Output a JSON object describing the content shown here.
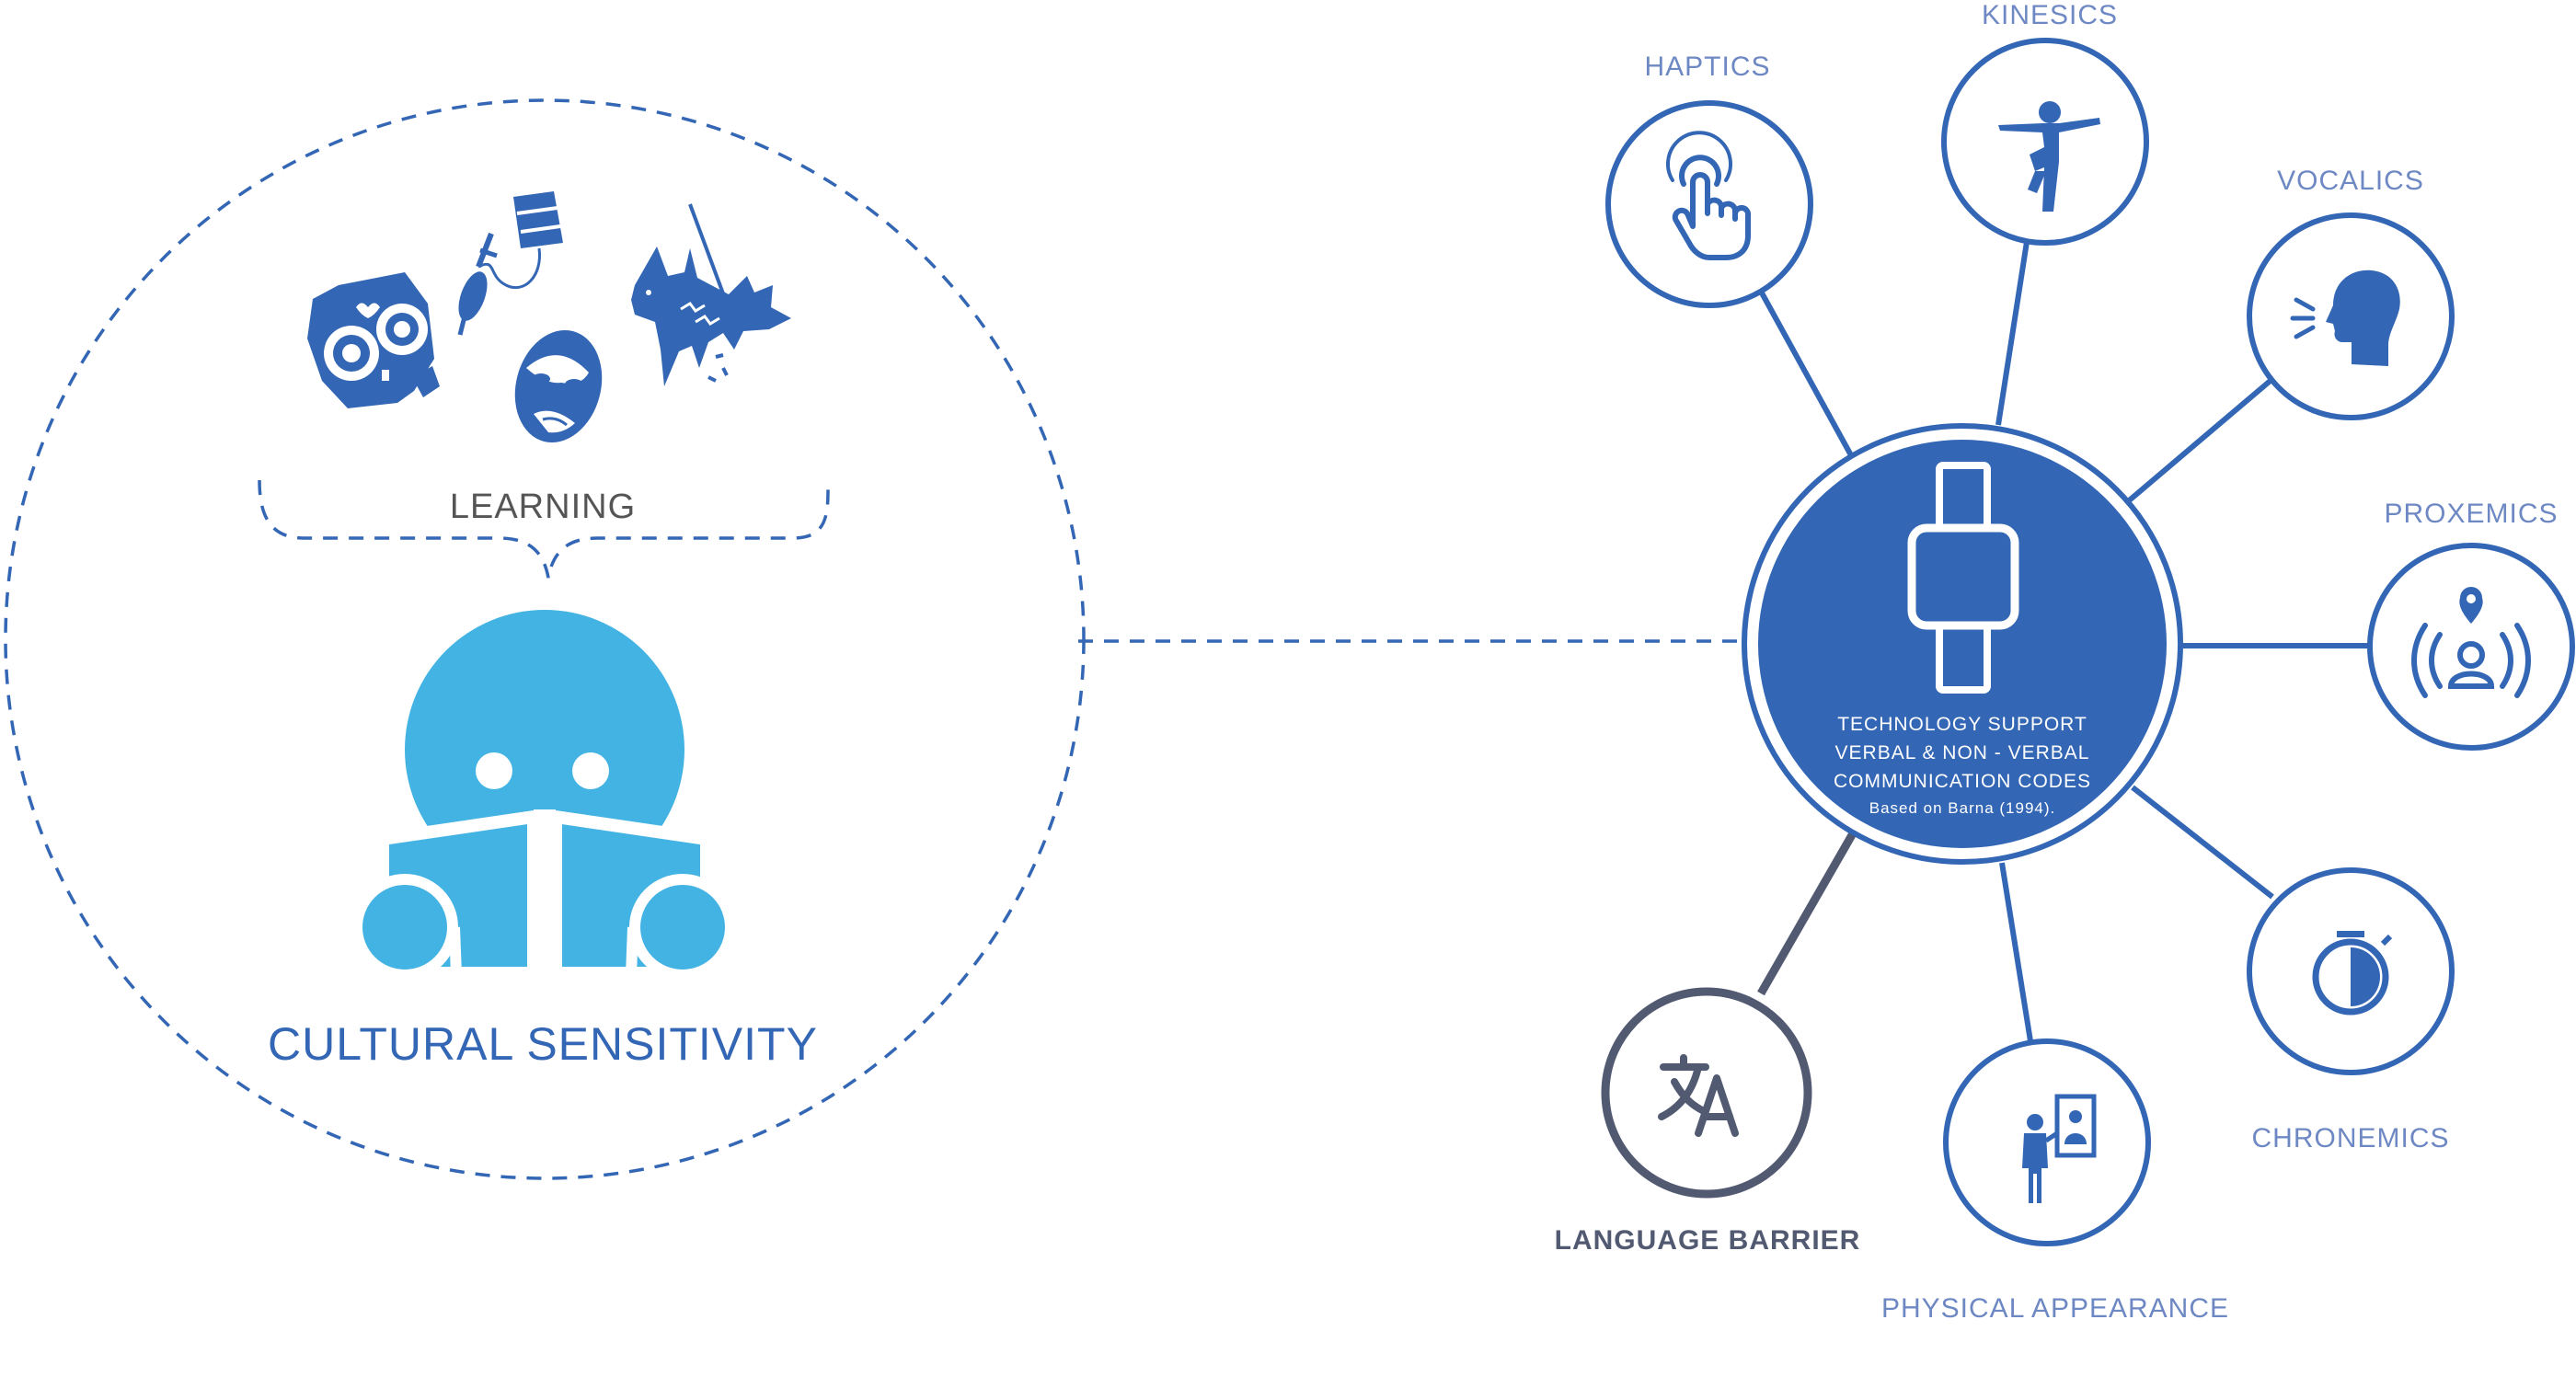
{
  "colors": {
    "primary": "#3366b4",
    "light_blue": "#43b3e3",
    "label_blue": "#6d88c3",
    "gray_label": "#555555",
    "dark_slate": "#525a72"
  },
  "left": {
    "learning": "LEARNING",
    "cultural_sensitivity": "CULTURAL SENSITIVITY"
  },
  "hub": {
    "line1": "TECHNOLOGY SUPPORT",
    "line2": "VERBAL & NON - VERBAL",
    "line3": "COMMUNICATION CODES",
    "source": "Based on Barna (1994)."
  },
  "nodes": {
    "haptics": {
      "label": "HAPTICS",
      "icon": "touch-hand-icon"
    },
    "kinesics": {
      "label": "KINESICS",
      "icon": "body-movement-icon"
    },
    "vocalics": {
      "label": "VOCALICS",
      "icon": "speaking-head-icon"
    },
    "proxemics": {
      "label": "PROXEMICS",
      "icon": "location-person-icon"
    },
    "chronemics": {
      "label": "CHRONEMICS",
      "icon": "timer-icon"
    },
    "physical_appearance": {
      "label": "PHYSICAL APPEARANCE",
      "icon": "mirror-person-icon"
    },
    "language_barrier": {
      "label": "LANGUAGE BARRIER",
      "icon": "translate-icon"
    }
  }
}
